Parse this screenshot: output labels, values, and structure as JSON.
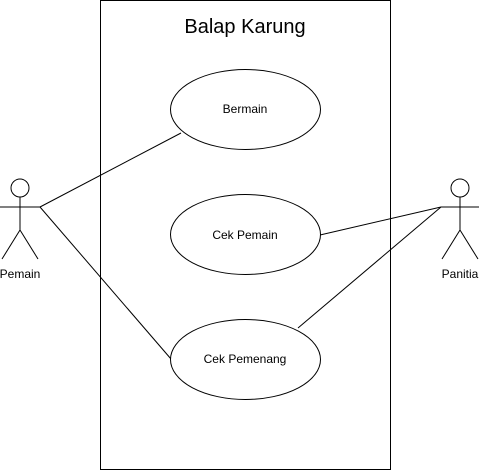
{
  "system": {
    "title": "Balap Karung"
  },
  "use_cases": [
    {
      "id": "bermain",
      "label": "Bermain"
    },
    {
      "id": "cek-pemain",
      "label": "Cek Pemain"
    },
    {
      "id": "cek-pemenang",
      "label": "Cek Pemenang"
    }
  ],
  "actors": [
    {
      "id": "pemain",
      "label": "Pemain"
    },
    {
      "id": "panitia",
      "label": "Panitia"
    }
  ],
  "associations": [
    {
      "actor": "pemain",
      "use_case": "bermain"
    },
    {
      "actor": "pemain",
      "use_case": "cek-pemenang"
    },
    {
      "actor": "panitia",
      "use_case": "cek-pemain"
    },
    {
      "actor": "panitia",
      "use_case": "cek-pemenang"
    }
  ],
  "colors": {
    "stroke": "#000000",
    "fill": "#ffffff",
    "text": "#000000"
  }
}
